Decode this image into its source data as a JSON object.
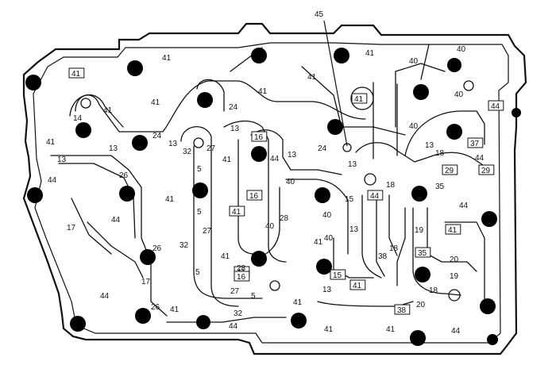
{
  "diagram": {
    "callout": "45",
    "labels": [
      {
        "t": "41"
      },
      {
        "t": "41"
      },
      {
        "t": "41"
      },
      {
        "t": "41"
      },
      {
        "t": "41"
      },
      {
        "t": "41"
      },
      {
        "t": "41"
      },
      {
        "t": "40"
      },
      {
        "t": "40"
      },
      {
        "t": "40"
      },
      {
        "t": "40"
      },
      {
        "t": "41"
      },
      {
        "t": "44"
      },
      {
        "t": "14"
      },
      {
        "t": "41"
      },
      {
        "t": "13"
      },
      {
        "t": "13"
      },
      {
        "t": "24"
      },
      {
        "t": "13"
      },
      {
        "t": "32"
      },
      {
        "t": "27"
      },
      {
        "t": "24"
      },
      {
        "t": "13"
      },
      {
        "t": "16"
      },
      {
        "t": "44"
      },
      {
        "t": "13"
      },
      {
        "t": "24"
      },
      {
        "t": "41"
      },
      {
        "t": "40"
      },
      {
        "t": "13"
      },
      {
        "t": "13"
      },
      {
        "t": "18"
      },
      {
        "t": "37"
      },
      {
        "t": "44"
      },
      {
        "t": "29"
      },
      {
        "t": "29"
      },
      {
        "t": "26"
      },
      {
        "t": "44"
      },
      {
        "t": "5"
      },
      {
        "t": "41"
      },
      {
        "t": "40"
      },
      {
        "t": "16"
      },
      {
        "t": "15"
      },
      {
        "t": "44"
      },
      {
        "t": "18"
      },
      {
        "t": "35"
      },
      {
        "t": "44"
      },
      {
        "t": "5"
      },
      {
        "t": "41"
      },
      {
        "t": "28"
      },
      {
        "t": "40"
      },
      {
        "t": "40"
      },
      {
        "t": "13"
      },
      {
        "t": "44"
      },
      {
        "t": "17"
      },
      {
        "t": "27"
      },
      {
        "t": "41"
      },
      {
        "t": "19"
      },
      {
        "t": "41"
      },
      {
        "t": "26"
      },
      {
        "t": "32"
      },
      {
        "t": "41"
      },
      {
        "t": "38"
      },
      {
        "t": "18"
      },
      {
        "t": "35"
      },
      {
        "t": "20"
      },
      {
        "t": "41"
      },
      {
        "t": "16"
      },
      {
        "t": "28"
      },
      {
        "t": "5"
      },
      {
        "t": "15"
      },
      {
        "t": "13"
      },
      {
        "t": "41"
      },
      {
        "t": "17"
      },
      {
        "t": "27"
      },
      {
        "t": "5"
      },
      {
        "t": "18"
      },
      {
        "t": "19"
      },
      {
        "t": "44"
      },
      {
        "t": "26"
      },
      {
        "t": "41"
      },
      {
        "t": "41"
      },
      {
        "t": "32"
      },
      {
        "t": "38"
      },
      {
        "t": "20"
      },
      {
        "t": "44"
      },
      {
        "t": "41"
      },
      {
        "t": "41"
      },
      {
        "t": "44"
      }
    ]
  }
}
